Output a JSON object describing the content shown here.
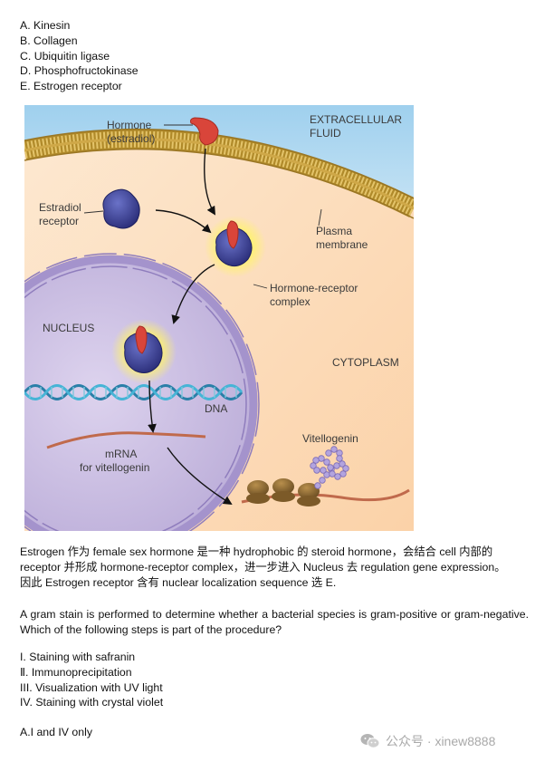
{
  "options": [
    "A. Kinesin",
    "B. Collagen",
    "C. Ubiquitin ligase",
    "D. Phosphofructokinase",
    "E. Estrogen receptor"
  ],
  "figure": {
    "labels": {
      "hormone": "Hormone",
      "hormone_sub": "(estradiol)",
      "extracellular_1": "EXTRACELLULAR",
      "extracellular_2": "FLUID",
      "receptor_1": "Estradiol",
      "receptor_2": "receptor",
      "plasma_1": "Plasma",
      "plasma_2": "membrane",
      "complex_1": "Hormone-receptor",
      "complex_2": "complex",
      "nucleus": "NUCLEUS",
      "cytoplasm": "CYTOPLASM",
      "dna": "DNA",
      "mrna_1": "mRNA",
      "mrna_2": "for vitellogenin",
      "vitellogenin": "Vitellogenin"
    },
    "colors": {
      "extracellular": "#a6d3ee",
      "membrane": "#c9a94a",
      "cytoplasm": "#fce3c6",
      "nucleus": "#cbbde0",
      "nuclear_envelope": "#a08fc8",
      "receptor": "#3b3f98",
      "hormone": "#d9453a",
      "glow": "#fff36a",
      "mrna": "#c66b4e",
      "ribosome": "#8b6a33",
      "protein": "#a99ad6"
    }
  },
  "explanation": [
    "Estrogen 作为 female sex hormone 是一种 hydrophobic 的 steroid hormone，会结合 cell 内部的",
    "receptor 并形成 hormone-receptor complex，进一步进入 Nucleus 去 regulation gene expression。",
    "因此 Estrogen receptor 含有 nuclear localization sequence 选 E."
  ],
  "question": "A gram stain is performed to determine whether a bacterial species is gram-positive or gram-negative. Which of the following steps is part of the procedure?",
  "statements": [
    "I. Staining with safranin",
    "Ⅱ. Immunoprecipitation",
    "III. Visualization with UV light",
    "IV. Staining with crystal violet"
  ],
  "answer": "A.I and IV only",
  "watermark": {
    "icon": "wechat-icon",
    "text": "公众号 · xinew8888"
  }
}
